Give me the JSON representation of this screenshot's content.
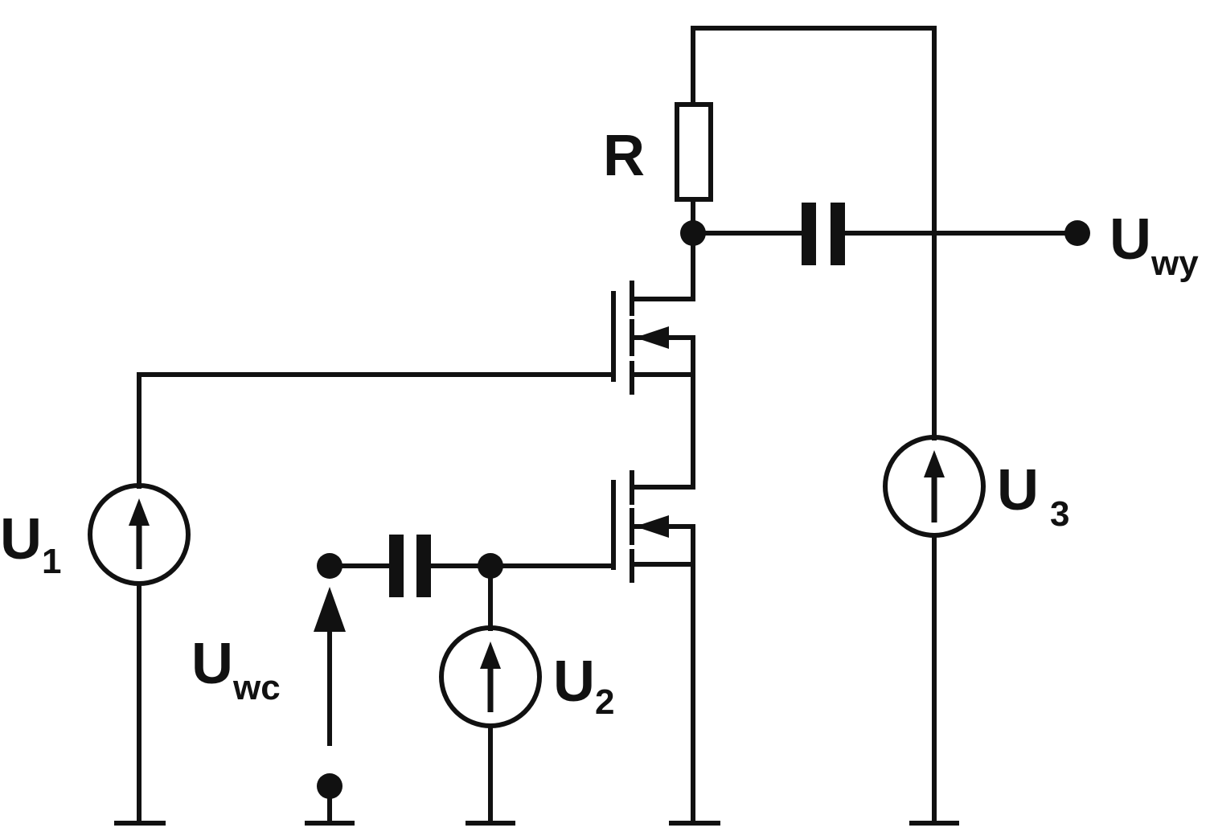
{
  "labels": {
    "resistor": "R",
    "u1_main": "U",
    "u1_sub": "1",
    "u2_main": "U",
    "u2_sub": "2",
    "u3_main": "U",
    "u3_sub": "3",
    "uwc_main": "U",
    "uwc_sub": "wc",
    "uwy_main": "U",
    "uwy_sub": "wy"
  },
  "colors": {
    "ink": "#111111",
    "background": "#ffffff"
  }
}
